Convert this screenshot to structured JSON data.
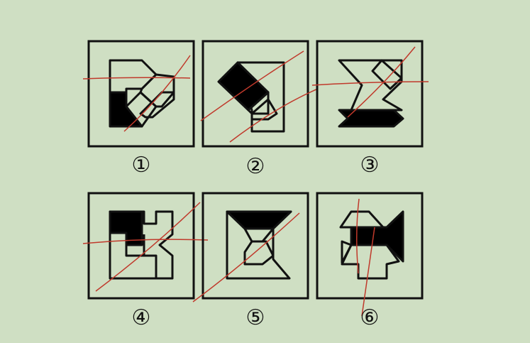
{
  "panels": [
    {
      "label": "①",
      "crossed_out": true
    },
    {
      "label": "②",
      "crossed_out": true
    },
    {
      "label": "③",
      "crossed_out": true
    },
    {
      "label": "④",
      "crossed_out": true
    },
    {
      "label": "⑤",
      "crossed_out": true
    },
    {
      "label": "⑥",
      "crossed_out": true
    }
  ],
  "colors": {
    "background": "#cfdfc3",
    "outline": "#111111",
    "fill": "#000000",
    "strike": "#c0392b"
  }
}
